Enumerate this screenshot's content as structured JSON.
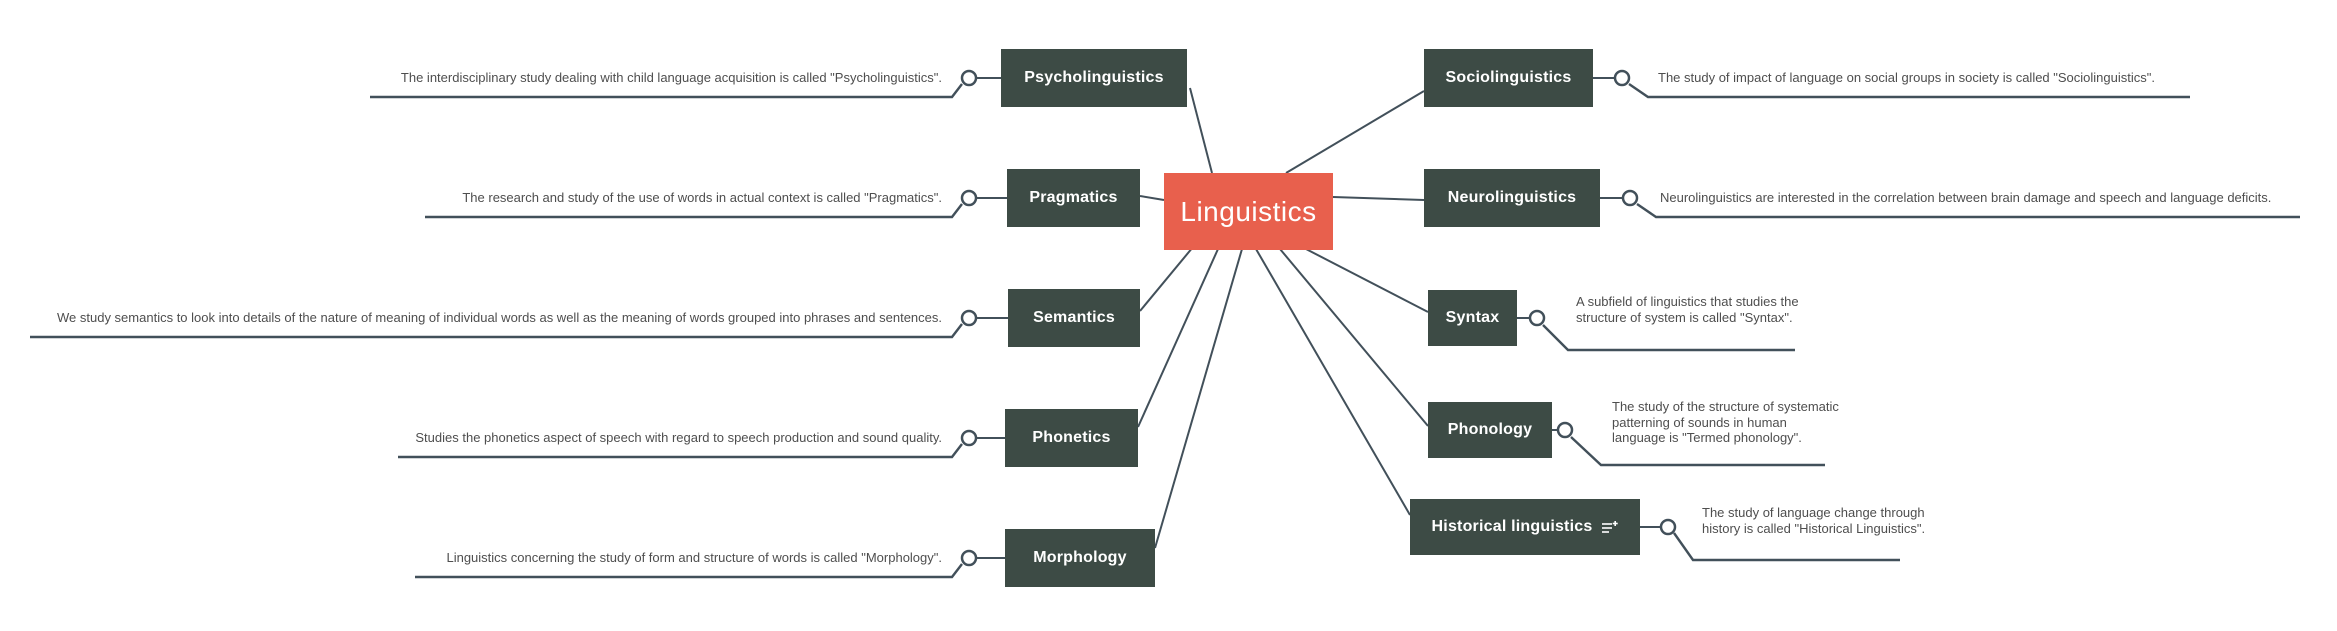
{
  "diagram": {
    "type": "mindmap",
    "root": {
      "label": "Linguistics"
    },
    "colors": {
      "root_node_bg": "#e8604d",
      "branch_node_bg": "#3d4b45",
      "node_text": "#ffffff",
      "connector": "#42505a",
      "description_text": "#4e4e4e",
      "background": "#ffffff"
    }
  },
  "nodes": {
    "psycholinguistics": {
      "label": "Psycholinguistics",
      "description": "The interdisciplinary study dealing with child language acquisition is called \"Psycholinguistics\"."
    },
    "pragmatics": {
      "label": "Pragmatics",
      "description": "The research and study of the use of words in actual context is called \"Pragmatics\"."
    },
    "semantics": {
      "label": "Semantics",
      "description": "We study semantics to look into details of the nature of meaning of individual words as well as the meaning of words grouped into phrases and sentences."
    },
    "phonetics": {
      "label": "Phonetics",
      "description": "Studies the phonetics aspect of speech with regard to speech production and sound quality."
    },
    "morphology": {
      "label": "Morphology",
      "description": "Linguistics concerning the study of form and structure of words is called \"Morphology\"."
    },
    "sociolinguistics": {
      "label": "Sociolinguistics",
      "description": "The study of impact of language on social groups in society is called \"Sociolinguistics\"."
    },
    "neurolinguistics": {
      "label": "Neurolinguistics",
      "description": "Neurolinguistics are interested in the correlation between brain damage and speech and language deficits."
    },
    "syntax": {
      "label": "Syntax",
      "description": "A subfield of linguistics that studies the structure of system is called \"Syntax\"."
    },
    "phonology": {
      "label": "Phonology",
      "description": "The study of the structure of systematic patterning of sounds in human language is \"Termed phonology\"."
    },
    "historical": {
      "label": "Historical linguistics",
      "icon": "note-add-icon",
      "description": "The study of language change through history is called \"Historical Linguistics\"."
    }
  }
}
